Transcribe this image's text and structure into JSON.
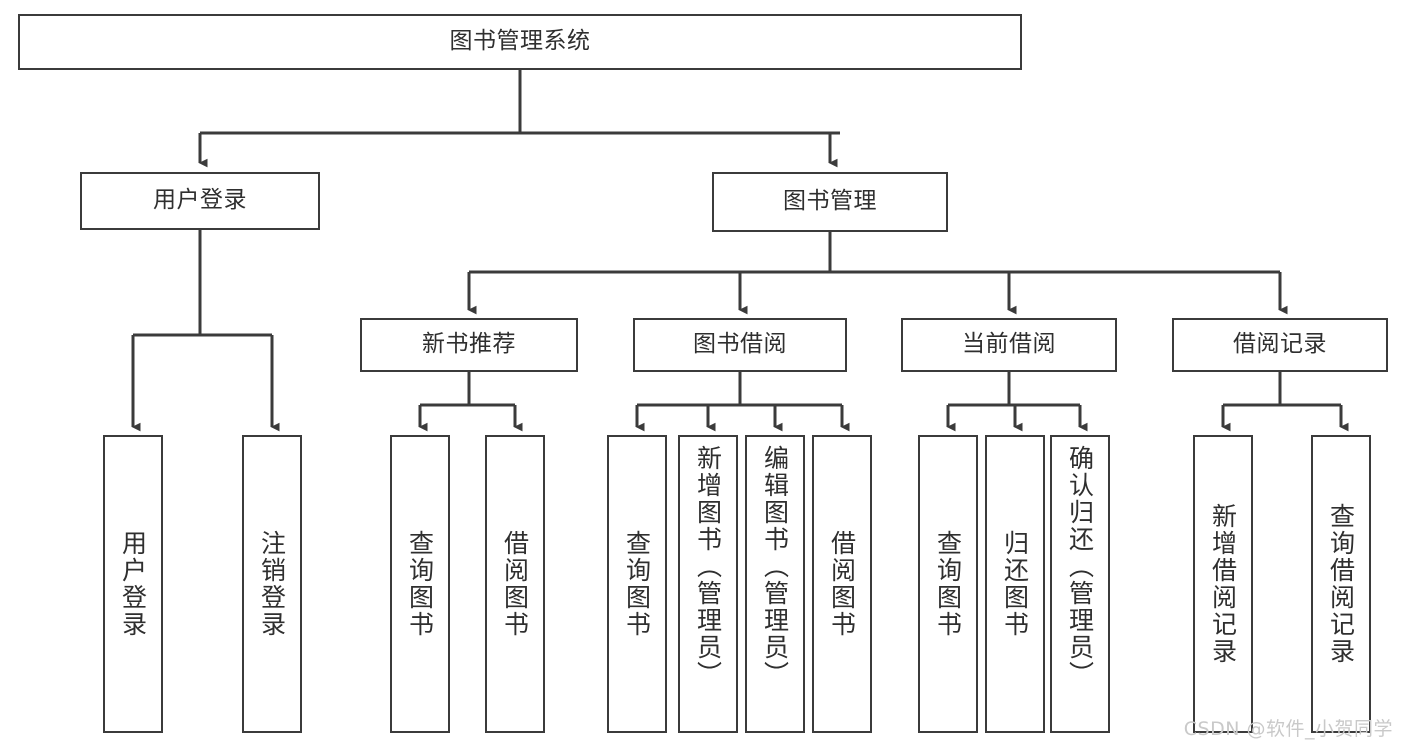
{
  "diagram": {
    "type": "tree-hierarchy",
    "title": "图书管理系统",
    "watermark": "CSDN @软件_小贺同学",
    "stroke_color": "#3b3b3b",
    "text_color": "#2f2f2f",
    "background": "#ffffff",
    "nodes": {
      "root": {
        "label": "图书管理系统",
        "level": 1
      },
      "user_login": {
        "label": "用户登录",
        "level": 2
      },
      "book_manage": {
        "label": "图书管理",
        "level": 2
      },
      "new_book_rec": {
        "label": "新书推荐",
        "level": 3
      },
      "book_borrow": {
        "label": "图书借阅",
        "level": 3
      },
      "current_borrow": {
        "label": "当前借阅",
        "level": 3
      },
      "borrow_record": {
        "label": "借阅记录",
        "level": 3
      },
      "leaf_user_login": {
        "label": "用户登录",
        "level": 4
      },
      "leaf_logout": {
        "label": "注销登录",
        "level": 4
      },
      "leaf_query_book_1": {
        "label": "查询图书",
        "level": 4
      },
      "leaf_borrow_book_1": {
        "label": "借阅图书",
        "level": 4
      },
      "leaf_query_book_2": {
        "label": "查询图书",
        "level": 4
      },
      "leaf_add_book": {
        "label": "新增图书（管理员）",
        "level": 4
      },
      "leaf_edit_book": {
        "label": "编辑图书（管理员）",
        "level": 4
      },
      "leaf_borrow_book_2": {
        "label": "借阅图书",
        "level": 4
      },
      "leaf_query_book_3": {
        "label": "查询图书",
        "level": 4
      },
      "leaf_return_book": {
        "label": "归还图书",
        "level": 4
      },
      "leaf_confirm_return": {
        "label": "确认归还（管理员）",
        "level": 4
      },
      "leaf_add_record": {
        "label": "新增借阅记录",
        "level": 4
      },
      "leaf_query_record": {
        "label": "查询借阅记录",
        "level": 4
      }
    },
    "edges": [
      {
        "from": "root",
        "to": "user_login"
      },
      {
        "from": "root",
        "to": "book_manage"
      },
      {
        "from": "book_manage",
        "to": "new_book_rec"
      },
      {
        "from": "book_manage",
        "to": "book_borrow"
      },
      {
        "from": "book_manage",
        "to": "current_borrow"
      },
      {
        "from": "book_manage",
        "to": "borrow_record"
      },
      {
        "from": "user_login",
        "to": "leaf_user_login"
      },
      {
        "from": "user_login",
        "to": "leaf_logout"
      },
      {
        "from": "new_book_rec",
        "to": "leaf_query_book_1"
      },
      {
        "from": "new_book_rec",
        "to": "leaf_borrow_book_1"
      },
      {
        "from": "book_borrow",
        "to": "leaf_query_book_2"
      },
      {
        "from": "book_borrow",
        "to": "leaf_add_book"
      },
      {
        "from": "book_borrow",
        "to": "leaf_edit_book"
      },
      {
        "from": "book_borrow",
        "to": "leaf_borrow_book_2"
      },
      {
        "from": "current_borrow",
        "to": "leaf_query_book_3"
      },
      {
        "from": "current_borrow",
        "to": "leaf_return_book"
      },
      {
        "from": "current_borrow",
        "to": "leaf_confirm_return"
      },
      {
        "from": "borrow_record",
        "to": "leaf_add_record"
      },
      {
        "from": "borrow_record",
        "to": "leaf_query_record"
      }
    ]
  }
}
